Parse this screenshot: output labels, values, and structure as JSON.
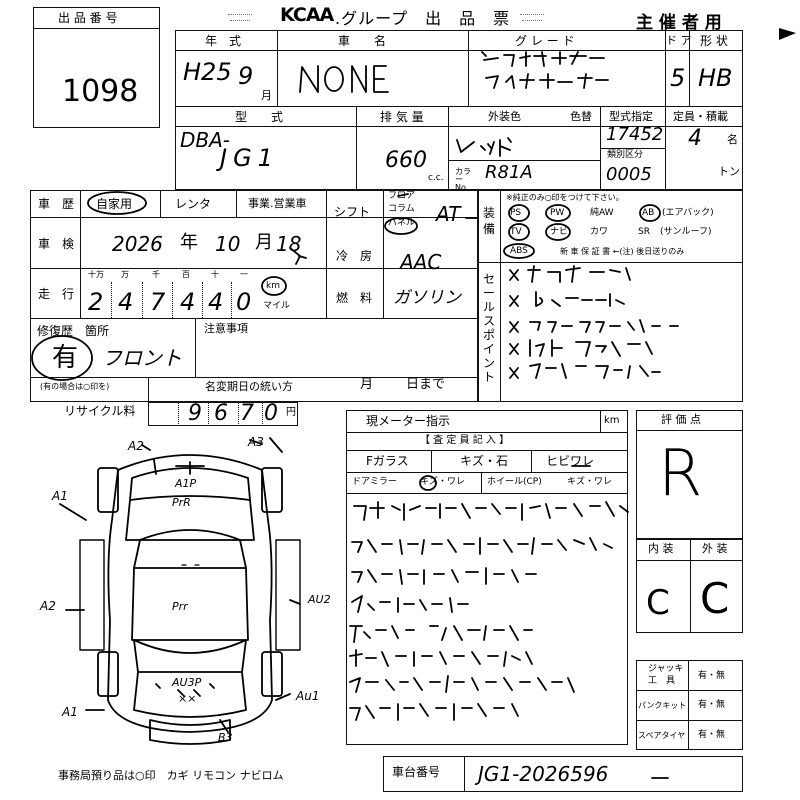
{
  "header": {
    "lot_label": "出 品 番 号",
    "lot_number": "1098",
    "title_brand": "KCAA",
    "title_rest": ".グループ　出　品　票",
    "copy_label": "主 催 者 用"
  },
  "row1": {
    "year_label": "年　式",
    "year_era": "H25",
    "year_month": "9",
    "month_unit": "月",
    "car_name_label": "車　　名",
    "grade_label": "グ レ ー ド",
    "doors_label": "ド ア",
    "doors_value": "5",
    "body_label": "形 状",
    "body_value": "HB"
  },
  "row2": {
    "model_label": "型　　式",
    "model_prefix": "DBA-",
    "model_code": "JG1",
    "displacement_label": "排 気 量",
    "displacement_value": "660",
    "displacement_unit": "c.c.",
    "color_label": "外装色",
    "color_no_label": "色替",
    "color_value": "レッド",
    "color_code_label": "カラー No.",
    "color_code": "R81A",
    "type_designation_label": "型式指定",
    "type_designation_value": "17452",
    "category_label": "類別区分",
    "category_value": "0005",
    "capacity_label": "定員・積載",
    "capacity_value": "4",
    "capacity_unit": "名",
    "load_unit": "トン"
  },
  "history": {
    "label": "車　歴",
    "options": [
      "自家用",
      "レンタ",
      "事業.営業車"
    ]
  },
  "shaken": {
    "label": "車　検",
    "year": "2026",
    "year_unit": "年",
    "month": "10",
    "month_unit": "月",
    "day": "18"
  },
  "mileage": {
    "label": "走　行",
    "unit_labels": [
      "十万",
      "万",
      "千",
      "百",
      "十",
      "一"
    ],
    "digits": [
      "2",
      "4",
      "7",
      "4",
      "4",
      "0"
    ],
    "km": "km",
    "mile": "マイル"
  },
  "shift": {
    "label": "シフト",
    "options": [
      "フロア",
      "コラム",
      "パネル"
    ],
    "value": "AT"
  },
  "aircon": {
    "label": "冷　房",
    "value": "AAC"
  },
  "fuel": {
    "label": "燃　料",
    "value": "ガソリン"
  },
  "equipment": {
    "side_label": "装 備",
    "note": "※純正のみ○印をつけて下さい。",
    "line1": [
      "PS",
      "PW",
      "純AW",
      "AB",
      "(エアバック)"
    ],
    "line2": [
      "TV",
      "ナビ",
      "カワ",
      "SR",
      "(サンルーフ)"
    ],
    "line3": [
      "ABS",
      "新 車 保 証 書 ←(注) 後日送りのみ"
    ]
  },
  "sales_points": {
    "side_label": "セールスポイント"
  },
  "repair": {
    "label": "修復歴　箇所",
    "sub": "(有の場合は○印を)",
    "value": "有",
    "location": "フロント"
  },
  "notes": {
    "label": "注意事項",
    "name_change_label": "名変期日の統い方",
    "month": "月",
    "day": "日まで"
  },
  "recycle": {
    "label": "リサイクル料",
    "digits": [
      "9",
      "6",
      "7",
      "0"
    ],
    "unit": "円"
  },
  "meter": {
    "label": "現メーター指示",
    "unit": "km"
  },
  "inspector": {
    "header": "【 査 定 員 記 入 】",
    "glass_label": "Fガラス",
    "chip_label": "キズ・石",
    "crack_label": "ヒビワレ",
    "mirror_label": "ドアミラー",
    "mirror_opts": "キズ・ワレ",
    "wheel_label": "ホイール(CP)",
    "wheel_opts": "キズ・ワレ"
  },
  "diagram_marks": {
    "a2_front": "A2",
    "a3_label": "A3",
    "a1_left": "A1",
    "a2_left": "A2",
    "au2": "AU2",
    "au1": "Au1",
    "a1_bottom": "A1",
    "b3": "B3"
  },
  "score": {
    "label": "評 価 点",
    "value": "R",
    "interior_label": "内 装",
    "exterior_label": "外 装",
    "interior_value": "C",
    "exterior_value": "C"
  },
  "kit": {
    "jack_label": "ジャッキ工　具",
    "puncture_label": "パンクキット",
    "spare_label": "スペアタイヤ",
    "option": "有・無"
  },
  "bottom": {
    "office_note": "事務局預り品は○印　カギ リモコン ナビロム",
    "chassis_label": "車台番号",
    "chassis_value": "JG1-2026596"
  }
}
